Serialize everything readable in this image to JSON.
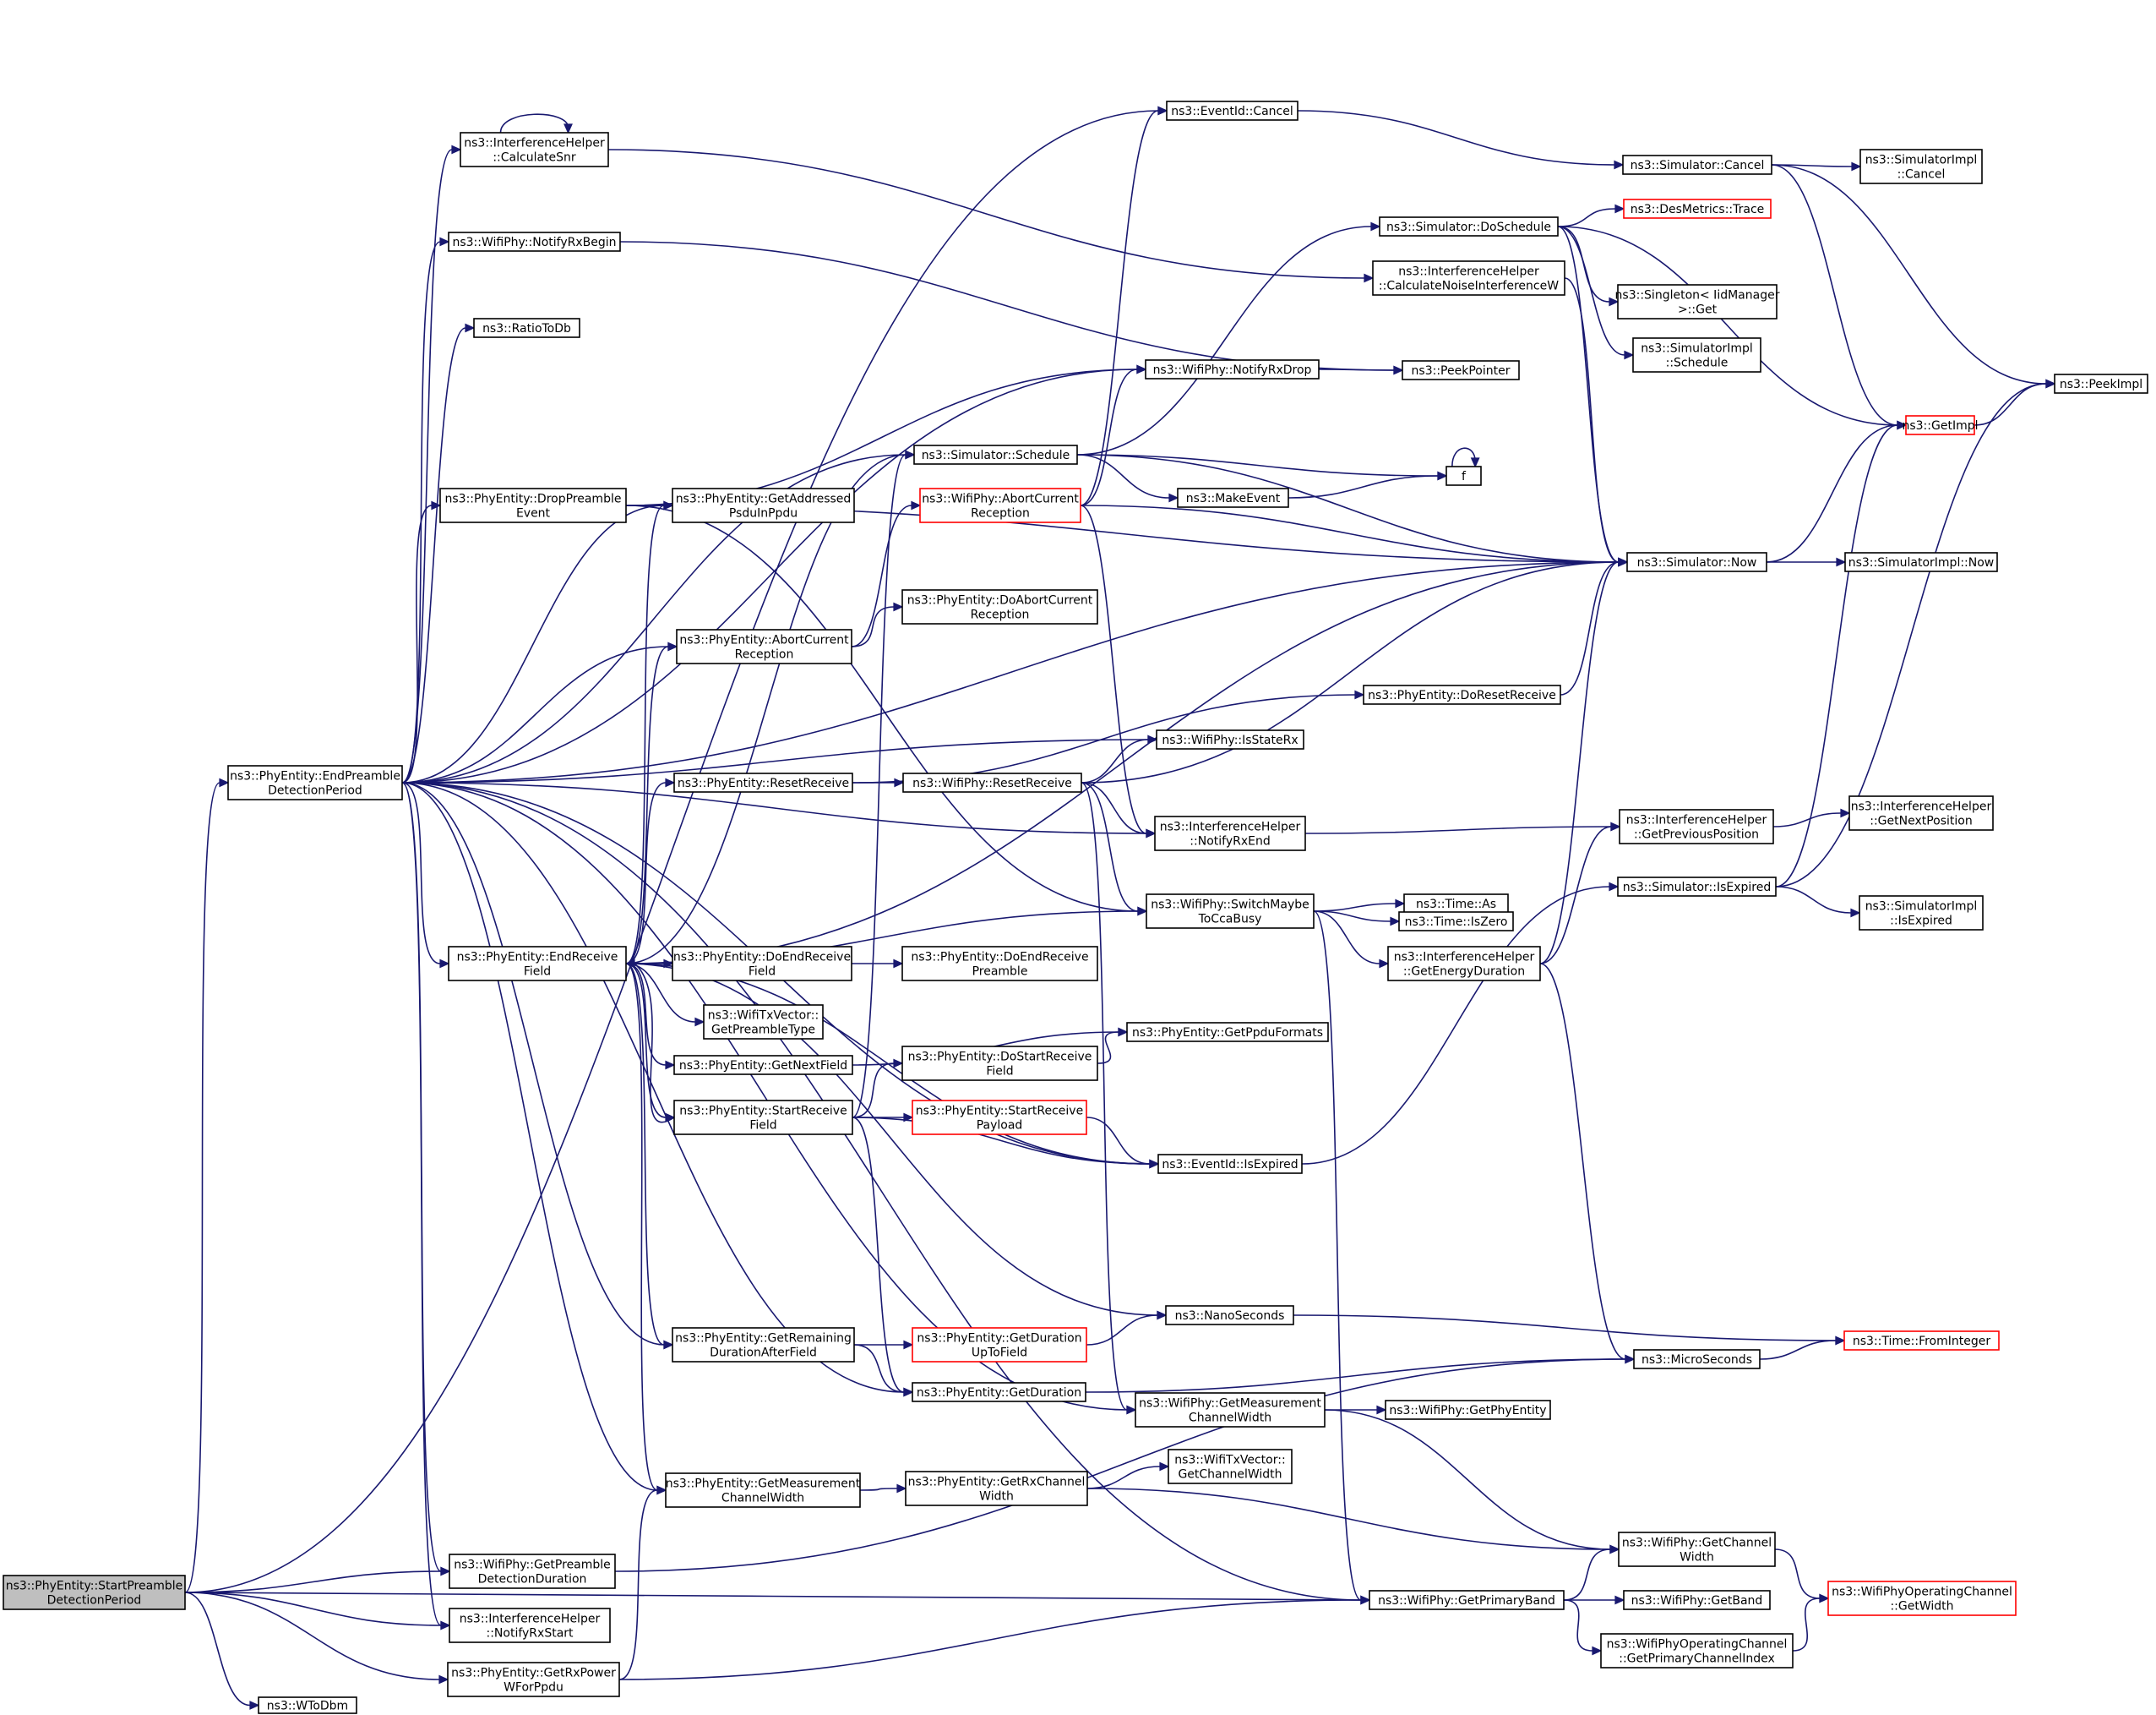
{
  "colors": {
    "edge": "#191970",
    "node_border": "#000000",
    "node_border_incomplete": "#ff0000",
    "node_fill": "#ffffff",
    "root_fill": "#bfbfbf"
  },
  "root": "StartPreambleDetectionPeriod",
  "nodes": {
    "StartPreambleDetectionPeriod": {
      "lines": [
        "ns3::PhyEntity::StartPreamble",
        "DetectionPeriod"
      ],
      "root": true
    },
    "EndPreambleDetectionPeriod": {
      "lines": [
        "ns3::PhyEntity::EndPreamble",
        "DetectionPeriod"
      ]
    },
    "GetPreambleDetectionDuration": {
      "lines": [
        "ns3::WifiPhy::GetPreamble",
        "DetectionDuration"
      ]
    },
    "IHNotifyRxStart": {
      "lines": [
        "ns3::InterferenceHelper",
        "::NotifyRxStart"
      ]
    },
    "GetRxPowerWForPpdu": {
      "lines": [
        "ns3::PhyEntity::GetRxPower",
        "WForPpdu"
      ]
    },
    "WToDbm": {
      "lines": [
        "ns3::WToDbm"
      ]
    },
    "CalculateSnr": {
      "lines": [
        "ns3::InterferenceHelper",
        "::CalculateSnr"
      ]
    },
    "NotifyRxBegin": {
      "lines": [
        "ns3::WifiPhy::NotifyRxBegin"
      ]
    },
    "RatioToDb": {
      "lines": [
        "ns3::RatioToDb"
      ]
    },
    "DropPreambleEvent": {
      "lines": [
        "ns3::PhyEntity::DropPreamble",
        "Event"
      ]
    },
    "GetAddressedPsduInPpdu": {
      "lines": [
        "ns3::PhyEntity::GetAddressed",
        "PsduInPpdu"
      ]
    },
    "PEAbortCurrentReception": {
      "lines": [
        "ns3::PhyEntity::AbortCurrent",
        "Reception"
      ]
    },
    "PEResetReceive": {
      "lines": [
        "ns3::PhyEntity::ResetReceive"
      ]
    },
    "EndReceiveField": {
      "lines": [
        "ns3::PhyEntity::EndReceive",
        "Field"
      ]
    },
    "DoEndReceiveField": {
      "lines": [
        "ns3::PhyEntity::DoEndReceive",
        "Field"
      ]
    },
    "GetPreambleType": {
      "lines": [
        "ns3::WifiTxVector::",
        "GetPreambleType"
      ]
    },
    "GetNextField": {
      "lines": [
        "ns3::PhyEntity::GetNextField"
      ]
    },
    "StartReceiveField": {
      "lines": [
        "ns3::PhyEntity::StartReceive",
        "Field"
      ]
    },
    "GetRemainingDurationAfterField": {
      "lines": [
        "ns3::PhyEntity::GetRemaining",
        "DurationAfterField"
      ]
    },
    "PEGetMeasurementChannelWidth": {
      "lines": [
        "ns3::PhyEntity::GetMeasurement",
        "ChannelWidth"
      ]
    },
    "EventIdCancel": {
      "lines": [
        "ns3::EventId::Cancel"
      ]
    },
    "NotifyRxDrop": {
      "lines": [
        "ns3::WifiPhy::NotifyRxDrop"
      ]
    },
    "SimulatorSchedule": {
      "lines": [
        "ns3::Simulator::Schedule"
      ]
    },
    "WPAbortCurrentReception": {
      "lines": [
        "ns3::WifiPhy::AbortCurrent",
        "Reception"
      ],
      "incomplete": true
    },
    "MakeEvent": {
      "lines": [
        "ns3::MakeEvent"
      ]
    },
    "DoAbortCurrentReception": {
      "lines": [
        "ns3::PhyEntity::DoAbortCurrent",
        "Reception"
      ]
    },
    "DoResetReceive": {
      "lines": [
        "ns3::PhyEntity::DoResetReceive"
      ]
    },
    "IsStateRx": {
      "lines": [
        "ns3::WifiPhy::IsStateRx"
      ]
    },
    "WPResetReceive": {
      "lines": [
        "ns3::WifiPhy::ResetReceive"
      ]
    },
    "IHNotifyRxEnd": {
      "lines": [
        "ns3::InterferenceHelper",
        "::NotifyRxEnd"
      ]
    },
    "SwitchMaybeToCcaBusy": {
      "lines": [
        "ns3::WifiPhy::SwitchMaybe",
        "ToCcaBusy"
      ]
    },
    "DoEndReceivePreamble": {
      "lines": [
        "ns3::PhyEntity::DoEndReceive",
        "Preamble"
      ]
    },
    "DoStartReceiveField": {
      "lines": [
        "ns3::PhyEntity::DoStartReceive",
        "Field"
      ]
    },
    "GetPpduFormats": {
      "lines": [
        "ns3::PhyEntity::GetPpduFormats"
      ]
    },
    "StartReceivePayload": {
      "lines": [
        "ns3::PhyEntity::StartReceive",
        "Payload"
      ],
      "incomplete": true
    },
    "EventIdIsExpired": {
      "lines": [
        "ns3::EventId::IsExpired"
      ]
    },
    "NanoSeconds": {
      "lines": [
        "ns3::NanoSeconds"
      ]
    },
    "GetDurationUpToField": {
      "lines": [
        "ns3::PhyEntity::GetDuration",
        "UpToField"
      ],
      "incomplete": true
    },
    "PEGetDuration": {
      "lines": [
        "ns3::PhyEntity::GetDuration"
      ]
    },
    "WPGetMeasurementChannelWidth": {
      "lines": [
        "ns3::WifiPhy::GetMeasurement",
        "ChannelWidth"
      ]
    },
    "GetRxChannelWidth": {
      "lines": [
        "ns3::PhyEntity::GetRxChannel",
        "Width"
      ]
    },
    "TxVectorGetChannelWidth": {
      "lines": [
        "ns3::WifiTxVector::",
        "GetChannelWidth"
      ]
    },
    "GetPhyEntity": {
      "lines": [
        "ns3::WifiPhy::GetPhyEntity"
      ]
    },
    "GetPrimaryBand": {
      "lines": [
        "ns3::WifiPhy::GetPrimaryBand"
      ]
    },
    "CalculateNoiseInterferenceW": {
      "lines": [
        "ns3::InterferenceHelper",
        "::CalculateNoiseInterferenceW"
      ]
    },
    "SimulatorDoSchedule": {
      "lines": [
        "ns3::Simulator::DoSchedule"
      ]
    },
    "PeekPointer": {
      "lines": [
        "ns3::PeekPointer"
      ]
    },
    "f": {
      "lines": [
        "f"
      ]
    },
    "TimeAs": {
      "lines": [
        "ns3::Time::As"
      ]
    },
    "TimeIsZero": {
      "lines": [
        "ns3::Time::IsZero"
      ]
    },
    "GetEnergyDuration": {
      "lines": [
        "ns3::InterferenceHelper",
        "::GetEnergyDuration"
      ]
    },
    "SimulatorCancel": {
      "lines": [
        "ns3::Simulator::Cancel"
      ]
    },
    "DesMetricsTrace": {
      "lines": [
        "ns3::DesMetrics::Trace"
      ],
      "incomplete": true
    },
    "SingletonGet": {
      "lines": [
        "ns3::Singleton< IidManager",
        " >::Get"
      ]
    },
    "SimulatorImplSchedule": {
      "lines": [
        "ns3::SimulatorImpl",
        "::Schedule"
      ]
    },
    "SimulatorNow": {
      "lines": [
        "ns3::Simulator::Now"
      ]
    },
    "GetPreviousPosition": {
      "lines": [
        "ns3::InterferenceHelper",
        "::GetPreviousPosition"
      ]
    },
    "SimulatorIsExpired": {
      "lines": [
        "ns3::Simulator::IsExpired"
      ]
    },
    "MicroSeconds": {
      "lines": [
        "ns3::MicroSeconds"
      ]
    },
    "WPGetChannelWidth": {
      "lines": [
        "ns3::WifiPhy::GetChannel",
        "Width"
      ]
    },
    "GetBand": {
      "lines": [
        "ns3::WifiPhy::GetBand"
      ]
    },
    "GetPrimaryChannelIndex": {
      "lines": [
        "ns3::WifiPhyOperatingChannel",
        "::GetPrimaryChannelIndex"
      ]
    },
    "SimulatorImplCancel": {
      "lines": [
        "ns3::SimulatorImpl",
        "::Cancel"
      ]
    },
    "GetImpl": {
      "lines": [
        "ns3::GetImpl"
      ],
      "incomplete": true
    },
    "SimulatorImplNow": {
      "lines": [
        "ns3::SimulatorImpl::Now"
      ]
    },
    "GetNextPosition": {
      "lines": [
        "ns3::InterferenceHelper",
        "::GetNextPosition"
      ]
    },
    "SimulatorImplIsExpired": {
      "lines": [
        "ns3::SimulatorImpl",
        "::IsExpired"
      ]
    },
    "TimeFromInteger": {
      "lines": [
        "ns3::Time::FromInteger"
      ],
      "incomplete": true
    },
    "OperatingChannelGetWidth": {
      "lines": [
        "ns3::WifiPhyOperatingChannel",
        "::GetWidth"
      ],
      "incomplete": true
    },
    "PeekImpl": {
      "lines": [
        "ns3::PeekImpl"
      ]
    }
  },
  "edges": [
    [
      "StartPreambleDetectionPeriod",
      "EndPreambleDetectionPeriod"
    ],
    [
      "StartPreambleDetectionPeriod",
      "EventIdCancel"
    ],
    [
      "StartPreambleDetectionPeriod",
      "GetPreambleDetectionDuration"
    ],
    [
      "StartPreambleDetectionPeriod",
      "IHNotifyRxStart"
    ],
    [
      "StartPreambleDetectionPeriod",
      "GetRxPowerWForPpdu"
    ],
    [
      "StartPreambleDetectionPeriod",
      "WToDbm"
    ],
    [
      "StartPreambleDetectionPeriod",
      "GetPrimaryBand"
    ],
    [
      "EndPreambleDetectionPeriod",
      "CalculateSnr"
    ],
    [
      "EndPreambleDetectionPeriod",
      "NotifyRxBegin"
    ],
    [
      "EndPreambleDetectionPeriod",
      "RatioToDb"
    ],
    [
      "EndPreambleDetectionPeriod",
      "DropPreambleEvent"
    ],
    [
      "EndPreambleDetectionPeriod",
      "GetAddressedPsduInPpdu"
    ],
    [
      "EndPreambleDetectionPeriod",
      "PEAbortCurrentReception"
    ],
    [
      "EndPreambleDetectionPeriod",
      "EndReceiveField"
    ],
    [
      "EndPreambleDetectionPeriod",
      "GetRemainingDurationAfterField"
    ],
    [
      "EndPreambleDetectionPeriod",
      "PEGetMeasurementChannelWidth"
    ],
    [
      "EndPreambleDetectionPeriod",
      "GetPreambleDetectionDuration"
    ],
    [
      "EndPreambleDetectionPeriod",
      "IHNotifyRxStart"
    ],
    [
      "EndPreambleDetectionPeriod",
      "SimulatorSchedule"
    ],
    [
      "EndPreambleDetectionPeriod",
      "NotifyRxDrop"
    ],
    [
      "EndPreambleDetectionPeriod",
      "SimulatorNow"
    ],
    [
      "EndPreambleDetectionPeriod",
      "IsStateRx"
    ],
    [
      "EndPreambleDetectionPeriod",
      "IHNotifyRxEnd"
    ],
    [
      "EndPreambleDetectionPeriod",
      "EventIdIsExpired"
    ],
    [
      "EndPreambleDetectionPeriod",
      "PEGetDuration"
    ],
    [
      "EndPreambleDetectionPeriod",
      "WPGetMeasurementChannelWidth"
    ],
    [
      "EndPreambleDetectionPeriod",
      "GetPrimaryBand"
    ],
    [
      "CalculateSnr",
      "CalculateSnr"
    ],
    [
      "CalculateSnr",
      "CalculateNoiseInterferenceW"
    ],
    [
      "NotifyRxBegin",
      "PeekPointer"
    ],
    [
      "DropPreambleEvent",
      "GetAddressedPsduInPpdu"
    ],
    [
      "DropPreambleEvent",
      "NotifyRxDrop"
    ],
    [
      "DropPreambleEvent",
      "SimulatorNow"
    ],
    [
      "DropPreambleEvent",
      "SwitchMaybeToCcaBusy"
    ],
    [
      "PEAbortCurrentReception",
      "WPAbortCurrentReception"
    ],
    [
      "PEAbortCurrentReception",
      "DoAbortCurrentReception"
    ],
    [
      "PEResetReceive",
      "DoResetReceive"
    ],
    [
      "PEResetReceive",
      "WPResetReceive"
    ],
    [
      "EndReceiveField",
      "GetAddressedPsduInPpdu"
    ],
    [
      "EndReceiveField",
      "SimulatorSchedule"
    ],
    [
      "EndReceiveField",
      "PEAbortCurrentReception"
    ],
    [
      "EndReceiveField",
      "PEResetReceive"
    ],
    [
      "EndReceiveField",
      "SimulatorNow"
    ],
    [
      "EndReceiveField",
      "SwitchMaybeToCcaBusy"
    ],
    [
      "EndReceiveField",
      "DoEndReceiveField"
    ],
    [
      "EndReceiveField",
      "GetPreambleType"
    ],
    [
      "EndReceiveField",
      "GetNextField"
    ],
    [
      "EndReceiveField",
      "StartReceiveField"
    ],
    [
      "EndReceiveField",
      "GetRemainingDurationAfterField"
    ],
    [
      "EndReceiveField",
      "PEGetMeasurementChannelWidth"
    ],
    [
      "EndReceiveField",
      "NanoSeconds"
    ],
    [
      "EndReceiveField",
      "EventIdIsExpired"
    ],
    [
      "DoEndReceiveField",
      "DoEndReceivePreamble"
    ],
    [
      "GetNextField",
      "GetPpduFormats"
    ],
    [
      "StartReceiveField",
      "EndReceiveField"
    ],
    [
      "StartReceiveField",
      "SimulatorSchedule"
    ],
    [
      "StartReceiveField",
      "DoStartReceiveField"
    ],
    [
      "StartReceiveField",
      "StartReceivePayload"
    ],
    [
      "StartReceiveField",
      "EventIdIsExpired"
    ],
    [
      "StartReceiveField",
      "PEGetDuration"
    ],
    [
      "GetRemainingDurationAfterField",
      "GetDurationUpToField"
    ],
    [
      "GetRemainingDurationAfterField",
      "PEGetDuration"
    ],
    [
      "PEGetMeasurementChannelWidth",
      "GetRxChannelWidth"
    ],
    [
      "EventIdCancel",
      "SimulatorCancel"
    ],
    [
      "NotifyRxDrop",
      "PeekPointer"
    ],
    [
      "SimulatorSchedule",
      "SimulatorDoSchedule"
    ],
    [
      "SimulatorSchedule",
      "MakeEvent"
    ],
    [
      "SimulatorSchedule",
      "f"
    ],
    [
      "SimulatorSchedule",
      "SimulatorNow"
    ],
    [
      "WPAbortCurrentReception",
      "EventIdCancel"
    ],
    [
      "WPAbortCurrentReception",
      "NotifyRxDrop"
    ],
    [
      "WPAbortCurrentReception",
      "SimulatorNow"
    ],
    [
      "WPAbortCurrentReception",
      "IHNotifyRxEnd"
    ],
    [
      "MakeEvent",
      "f"
    ],
    [
      "f",
      "f"
    ],
    [
      "DoResetReceive",
      "SimulatorNow"
    ],
    [
      "WPResetReceive",
      "IsStateRx"
    ],
    [
      "WPResetReceive",
      "IHNotifyRxEnd"
    ],
    [
      "WPResetReceive",
      "SwitchMaybeToCcaBusy"
    ],
    [
      "WPResetReceive",
      "SimulatorNow"
    ],
    [
      "WPResetReceive",
      "WPGetMeasurementChannelWidth"
    ],
    [
      "IHNotifyRxEnd",
      "GetPreviousPosition"
    ],
    [
      "SwitchMaybeToCcaBusy",
      "TimeAs"
    ],
    [
      "SwitchMaybeToCcaBusy",
      "TimeIsZero"
    ],
    [
      "SwitchMaybeToCcaBusy",
      "GetEnergyDuration"
    ],
    [
      "SwitchMaybeToCcaBusy",
      "GetPrimaryBand"
    ],
    [
      "DoStartReceiveField",
      "GetPpduFormats"
    ],
    [
      "StartReceivePayload",
      "EventIdIsExpired"
    ],
    [
      "EventIdIsExpired",
      "SimulatorIsExpired"
    ],
    [
      "NanoSeconds",
      "TimeFromInteger"
    ],
    [
      "GetDurationUpToField",
      "NanoSeconds"
    ],
    [
      "PEGetDuration",
      "MicroSeconds"
    ],
    [
      "WPGetMeasurementChannelWidth",
      "GetPhyEntity"
    ],
    [
      "WPGetMeasurementChannelWidth",
      "WPGetChannelWidth"
    ],
    [
      "GetRxChannelWidth",
      "TxVectorGetChannelWidth"
    ],
    [
      "GetRxChannelWidth",
      "WPGetChannelWidth"
    ],
    [
      "GetRxPowerWForPpdu",
      "PEGetMeasurementChannelWidth"
    ],
    [
      "GetRxPowerWForPpdu",
      "GetPrimaryBand"
    ],
    [
      "GetPreambleDetectionDuration",
      "MicroSeconds"
    ],
    [
      "GetPrimaryBand",
      "WPGetChannelWidth"
    ],
    [
      "GetPrimaryBand",
      "GetBand"
    ],
    [
      "GetPrimaryBand",
      "GetPrimaryChannelIndex"
    ],
    [
      "CalculateNoiseInterferenceW",
      "SimulatorNow"
    ],
    [
      "SimulatorDoSchedule",
      "DesMetricsTrace"
    ],
    [
      "SimulatorDoSchedule",
      "GetImpl"
    ],
    [
      "SimulatorDoSchedule",
      "SingletonGet"
    ],
    [
      "SimulatorDoSchedule",
      "SimulatorImplSchedule"
    ],
    [
      "SimulatorDoSchedule",
      "SimulatorNow"
    ],
    [
      "GetEnergyDuration",
      "SimulatorNow"
    ],
    [
      "GetEnergyDuration",
      "GetPreviousPosition"
    ],
    [
      "GetEnergyDuration",
      "MicroSeconds"
    ],
    [
      "SimulatorCancel",
      "SimulatorImplCancel"
    ],
    [
      "SimulatorCancel",
      "GetImpl"
    ],
    [
      "SimulatorCancel",
      "PeekImpl"
    ],
    [
      "SimulatorNow",
      "GetImpl"
    ],
    [
      "SimulatorNow",
      "SimulatorImplNow"
    ],
    [
      "GetPreviousPosition",
      "GetNextPosition"
    ],
    [
      "SimulatorIsExpired",
      "GetImpl"
    ],
    [
      "SimulatorIsExpired",
      "SimulatorImplIsExpired"
    ],
    [
      "SimulatorIsExpired",
      "PeekImpl"
    ],
    [
      "MicroSeconds",
      "TimeFromInteger"
    ],
    [
      "WPGetChannelWidth",
      "OperatingChannelGetWidth"
    ],
    [
      "GetPrimaryChannelIndex",
      "OperatingChannelGetWidth"
    ],
    [
      "GetImpl",
      "PeekImpl"
    ]
  ]
}
